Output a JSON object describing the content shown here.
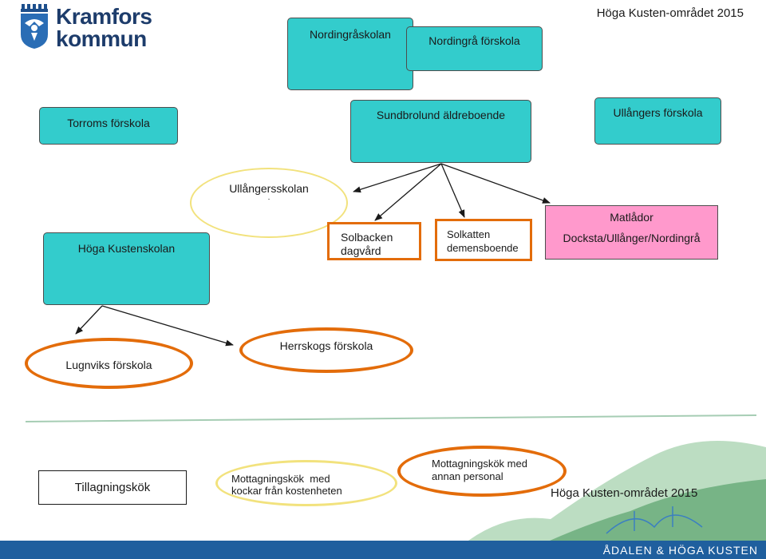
{
  "logo": {
    "line1": "Kramfors",
    "line2": "kommun"
  },
  "header": {
    "region_title": "Höga Kusten-området 2015"
  },
  "nodes": {
    "nordingraskolan": "Nordingråskolan",
    "nordingra_forskola": "Nordingrå förskola",
    "torroms_forskola": "Torroms förskola",
    "sundbrolund": "Sundbrolund äldreboende",
    "ullangers_forskola": "Ullångers förskola",
    "ullangersskolan": "Ullångersskolan",
    "ullangersskolan_dot": ".",
    "hoga_kustenskolan": "Höga Kustenskolan",
    "solbacken_line1": "Solbacken",
    "solbacken_line2": "dagvård",
    "solkatten_line1": "Solkatten",
    "solkatten_line2": "demensboende",
    "matlador_title": "Matlådor",
    "matlador_sub": "Docksta/Ullånger/Nordingrå",
    "lugnviks_forskola": "Lugnviks förskola",
    "herrskogs_forskola": "Herrskogs förskola"
  },
  "legend": {
    "tillagningskok": "Tillagningskök",
    "mottagning_kockar_line1": "Mottagningskök  med",
    "mottagning_kockar_line2": "kockar från kostenheten",
    "mottagning_personal_line1": "Mottagningskök med",
    "mottagning_personal_line2": "annan personal"
  },
  "footer": {
    "region_title": "Höga Kusten-området 2015",
    "brand": "ÅDALEN & HÖGA KUSTEN"
  },
  "colors": {
    "teal": "#33cccc",
    "orange": "#e36c0a",
    "pink": "#ff99cc",
    "yellow_outline": "#f2e27d",
    "footer_blue": "#1f5f9e",
    "hill_green": "#5aa36c"
  }
}
